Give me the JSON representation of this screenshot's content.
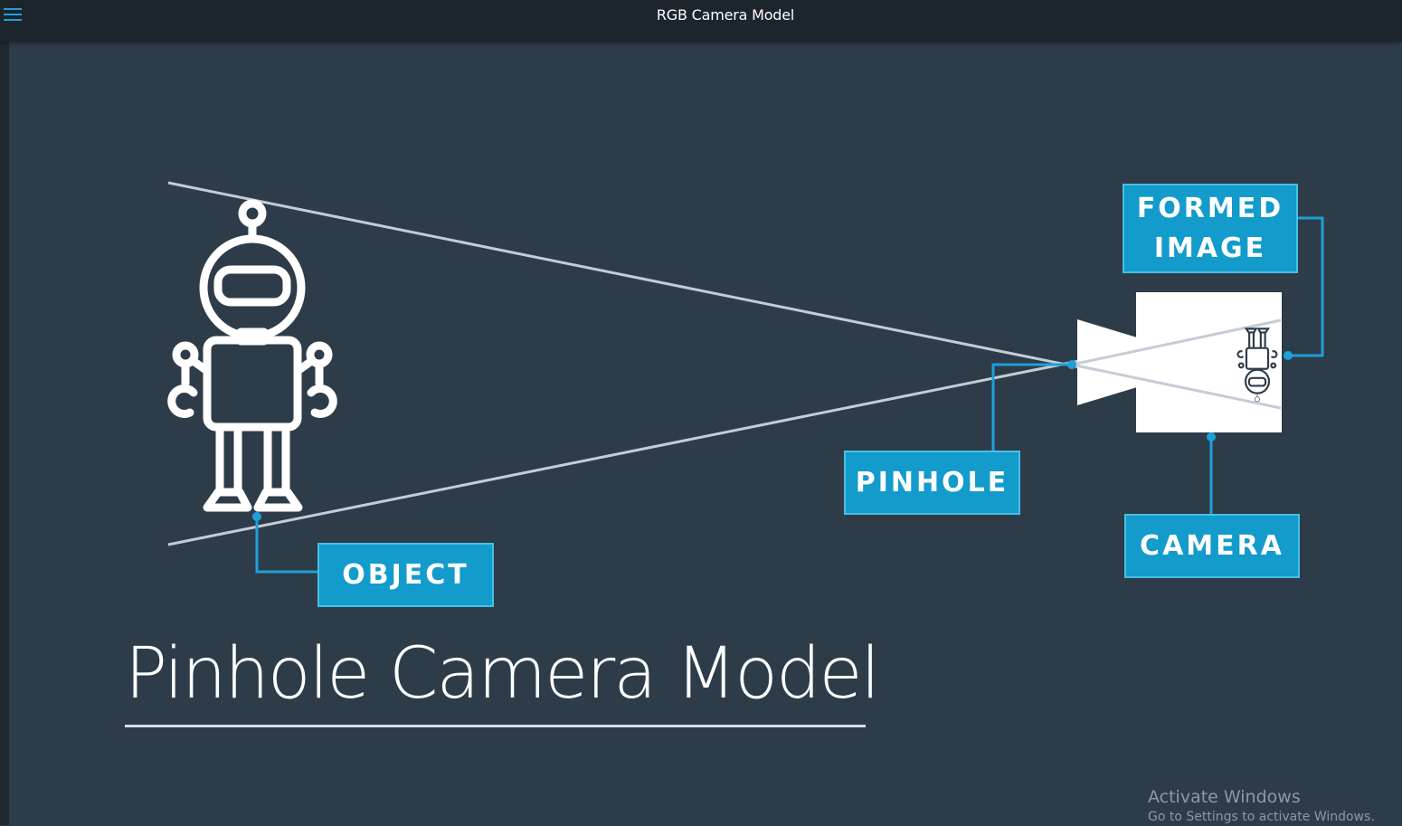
{
  "window": {
    "title": "RGB Camera Model",
    "menu_icon": "hamburger-menu-icon"
  },
  "slide": {
    "title": "Pinhole Camera Model",
    "labels": {
      "formed_image": "FORMED\nIMAGE",
      "pinhole": "PINHOLE",
      "camera": "CAMERA",
      "object": "OBJECT"
    },
    "icons": {
      "object": "robot-icon",
      "camera": "video-camera-icon",
      "image": "inverted-robot-icon"
    }
  },
  "watermark": {
    "title": "Activate Windows",
    "subtitle": "Go to Settings to activate Windows."
  },
  "colors": {
    "titlebar": "#1c242c",
    "background": "#2e3c4a",
    "accent": "#129bcb",
    "accent_border": "#47c0e6",
    "ray": "#c5ccd4"
  }
}
